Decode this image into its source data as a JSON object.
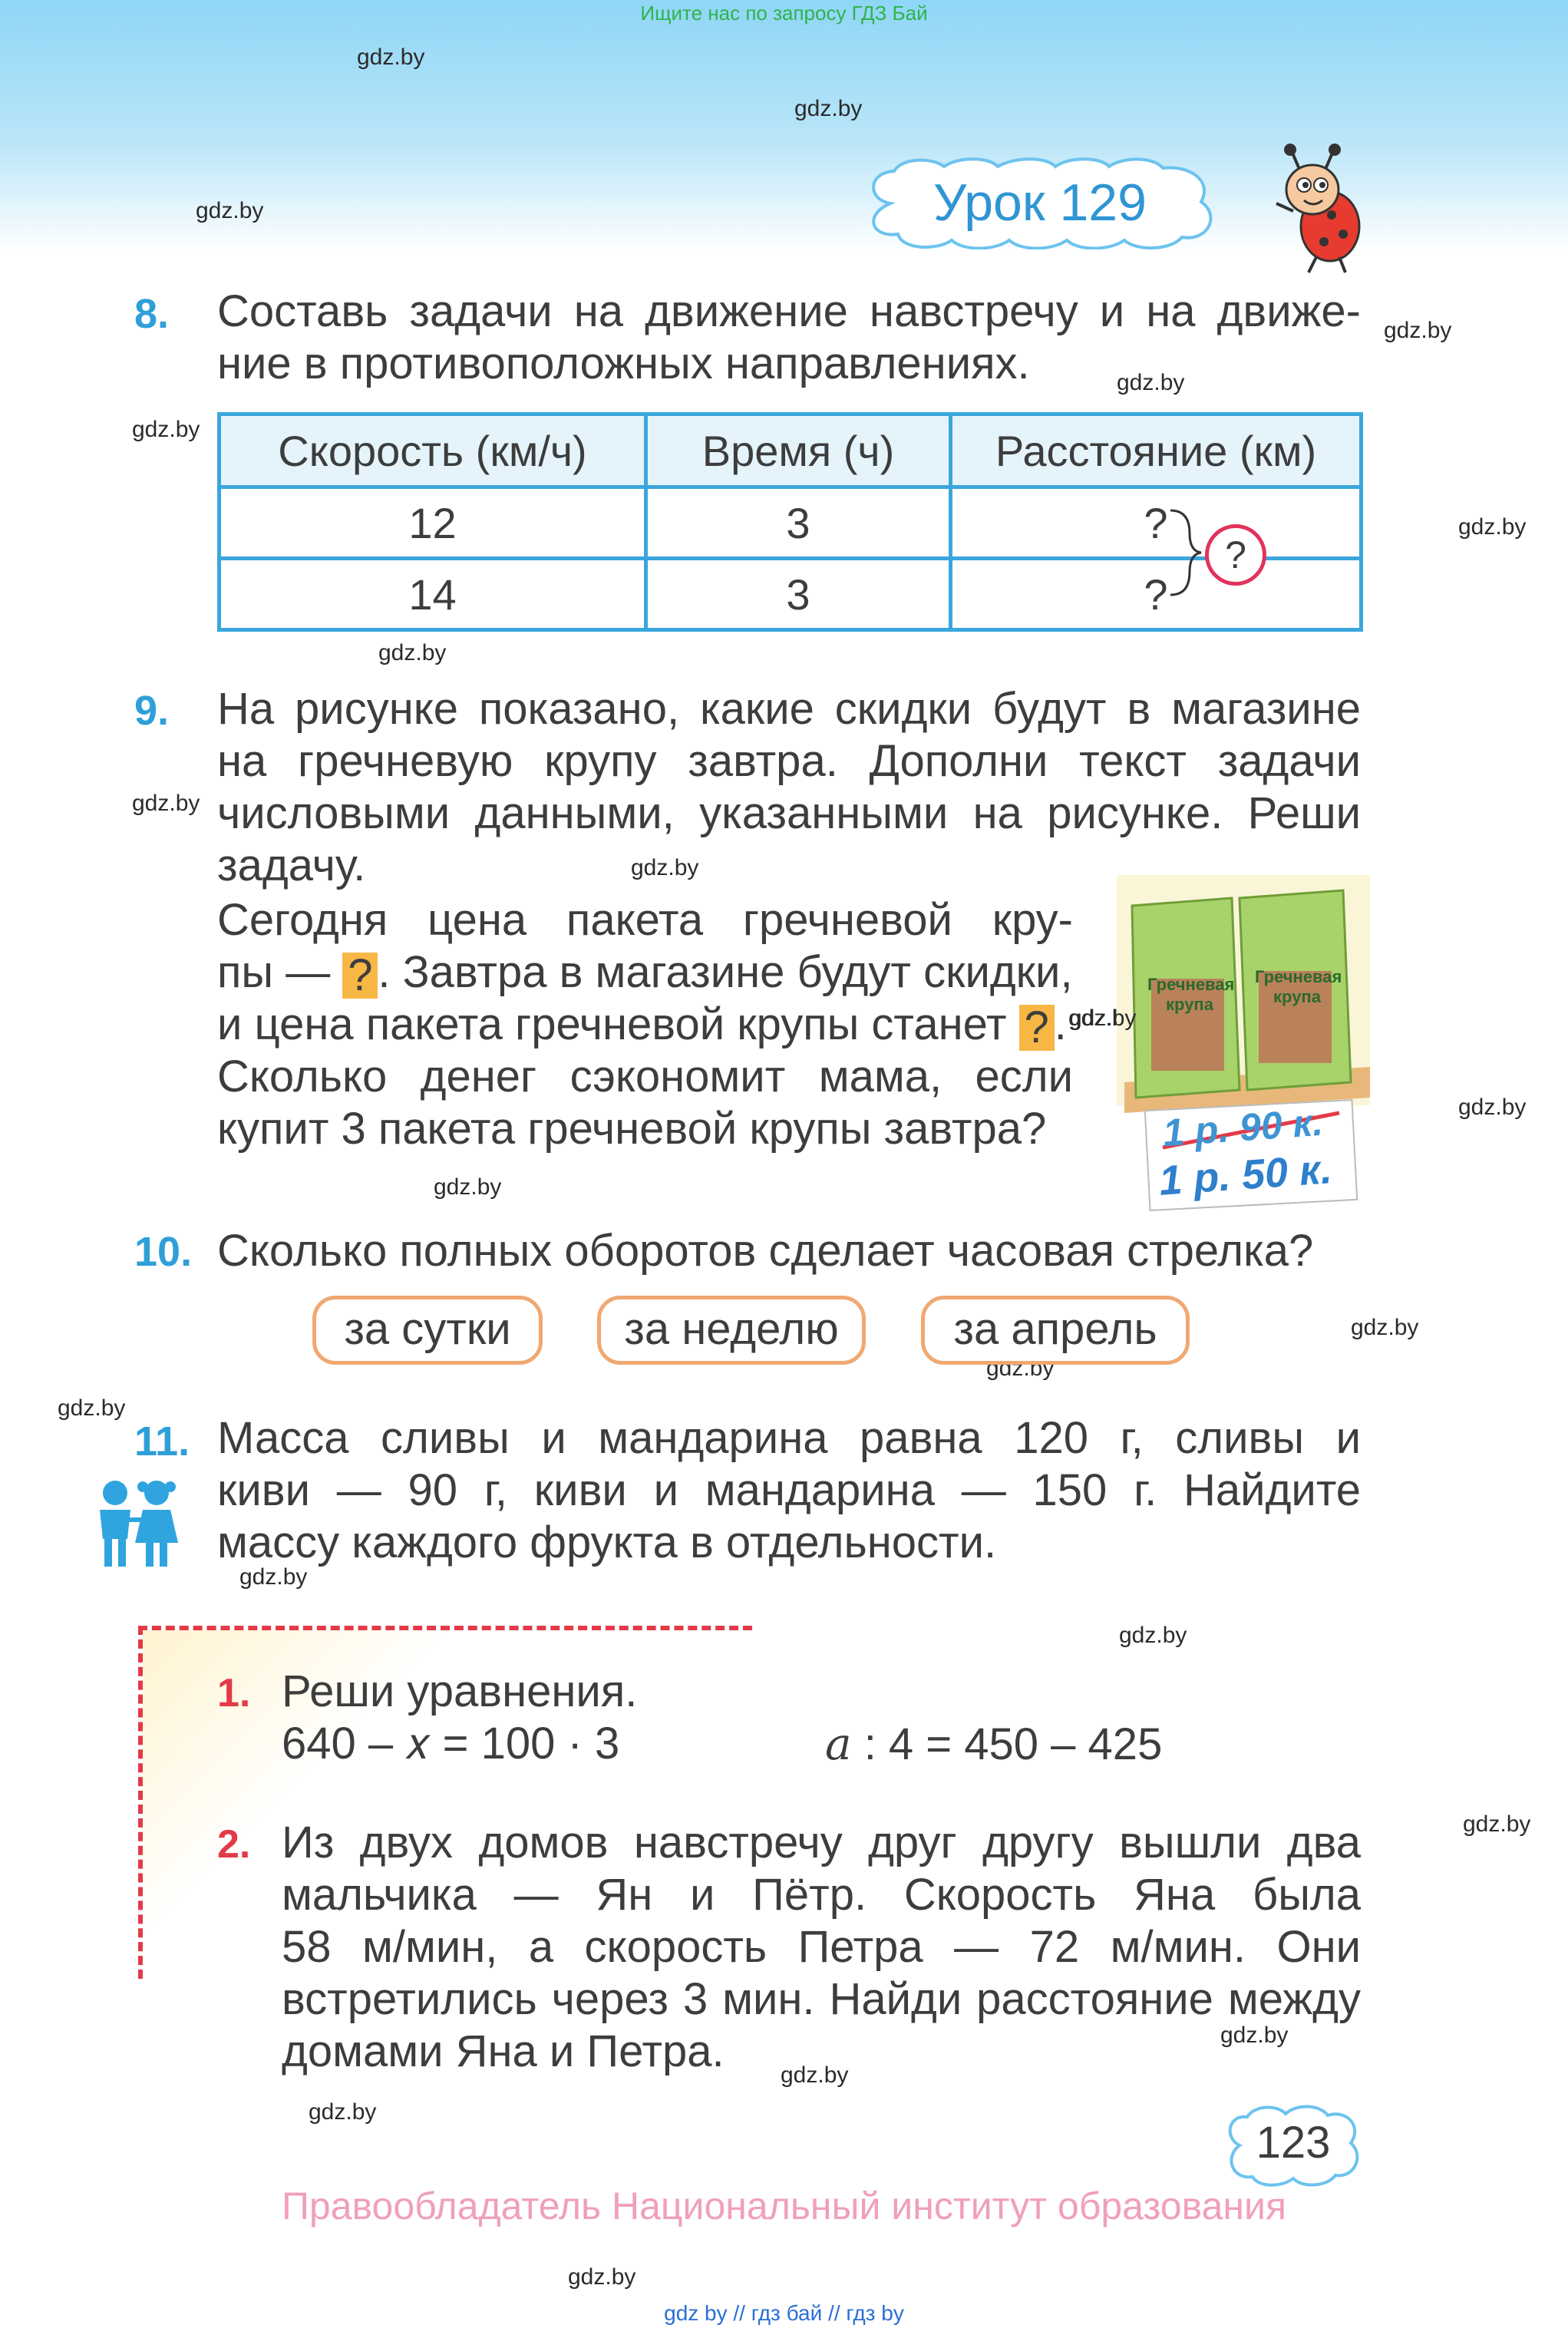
{
  "header": {
    "top_note": "Ищите нас по запросу ГДЗ Бай",
    "lesson_title": "Урок 129"
  },
  "watermark": "gdz.by",
  "task8": {
    "number": "8.",
    "text_line1": "Составь задачи на движение навстречу и на движе-",
    "text_line2": "ние в противоположных направлениях.",
    "table": {
      "headers": [
        "Скорость (км/ч)",
        "Время (ч)",
        "Расстояние (км)"
      ],
      "rows": [
        [
          "12",
          "3",
          "?"
        ],
        [
          "14",
          "3",
          "?"
        ]
      ]
    },
    "brace_question": "?"
  },
  "task9": {
    "number": "9.",
    "intro_lines": [
      "На рисунке показано, какие скидки будут в магазине",
      "на гречневую крупу завтра. Дополни текст задачи",
      "числовыми данными, указанными на рисунке. Реши",
      "задачу."
    ],
    "problem_line1": "Сегодня цена пакета гречневой кру-",
    "problem_line2_a": "пы —",
    "problem_line2_b": ". Завтра в магазине будут скидки,",
    "problem_line3": "и цена пакета гречневой крупы станет",
    "problem_line4": "Сколько денег сэкономит мама, если",
    "problem_line5": "купит 3 пакета гречневой крупы завтра?",
    "placeholder": "?",
    "bag_label": "Гречневая крупа",
    "old_price": "1 р. 90 к.",
    "new_price": "1 р. 50 к."
  },
  "task10": {
    "number": "10.",
    "text": "Сколько полных оборотов сделает часовая стрелка?",
    "options": [
      "за сутки",
      "за неделю",
      "за апрель"
    ]
  },
  "task11": {
    "number": "11.",
    "lines": [
      "Масса сливы и мандарина равна 120 г, сливы и",
      "киви — 90 г, киви и мандарина — 150 г. Найдите",
      "массу каждого фрукта в отдельности."
    ]
  },
  "review": {
    "item1": {
      "number": "1.",
      "title": "Реши уравнения.",
      "eq1": "640 – 𝑥 = 100 · 3",
      "eq2_var": "𝑎",
      "eq2_rest": " : 4 = 450 – 425"
    },
    "item2": {
      "number": "2.",
      "lines": [
        "Из двух домов навстречу друг другу вышли два",
        "мальчика — Ян и Пётр. Скорость Яна была",
        "58 м/мин, а скорость Петра — 72 м/мин. Они",
        "встретились через 3 мин. Найди расстояние между",
        "домами Яна и Петра."
      ]
    }
  },
  "page_number": "123",
  "copyright": "Правообладатель Национальный институт образования",
  "footer": "gdz by  //  гдз бай  //  гдз by",
  "colors": {
    "accent_blue": "#2f9fd8",
    "accent_red": "#e33a48",
    "placeholder_orange": "#f7b745",
    "pill_border": "#f0a872",
    "copyright_pink": "#f0a0b8"
  }
}
